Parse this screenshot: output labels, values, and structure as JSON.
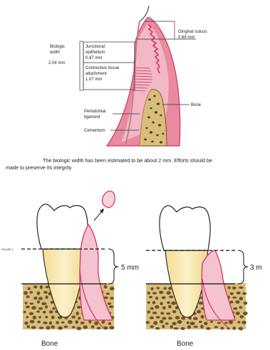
{
  "top_diagram": {
    "biologic_width_label_line1": "Biologic",
    "biologic_width_label_line2": "width",
    "biologic_width_value": "2.04 mm",
    "gingival_sulcus_label": "Gingival sulcus",
    "gingival_sulcus_value": "0.69 mm",
    "junctional_epithelium_line1": "Junctional",
    "junctional_epithelium_line2": "epithelium",
    "junctional_epithelium_value": "0.97 mm",
    "connective_tissue_line1": "Connective tissue",
    "connective_tissue_line2": "attachment",
    "connective_tissue_value": "1.07 mm",
    "bone_label": "Bone",
    "pdl_line1": "Periodontal",
    "pdl_line2": "ligament",
    "cementum_label": "Cementum"
  },
  "caption": {
    "line1": "The biologic width has been estimated to be about 2 mm. Efforts should be",
    "line2": "made to preserve its integrity."
  },
  "figure_label": "FIGURE 1",
  "left_panel": {
    "measure": "5 mm",
    "bone_label": "Bone"
  },
  "right_panel": {
    "measure": "3 m",
    "bone_label": "Bone"
  },
  "colors": {
    "gum": "#e98aa0",
    "gum_light": "#f7d3dc",
    "gum_edge": "#d03560",
    "bone_fill": "#d9bd7c",
    "bone_pore": "#5a3f1d",
    "tooth_crown": "#ffffff",
    "tooth_root": "#f9e9b4"
  }
}
